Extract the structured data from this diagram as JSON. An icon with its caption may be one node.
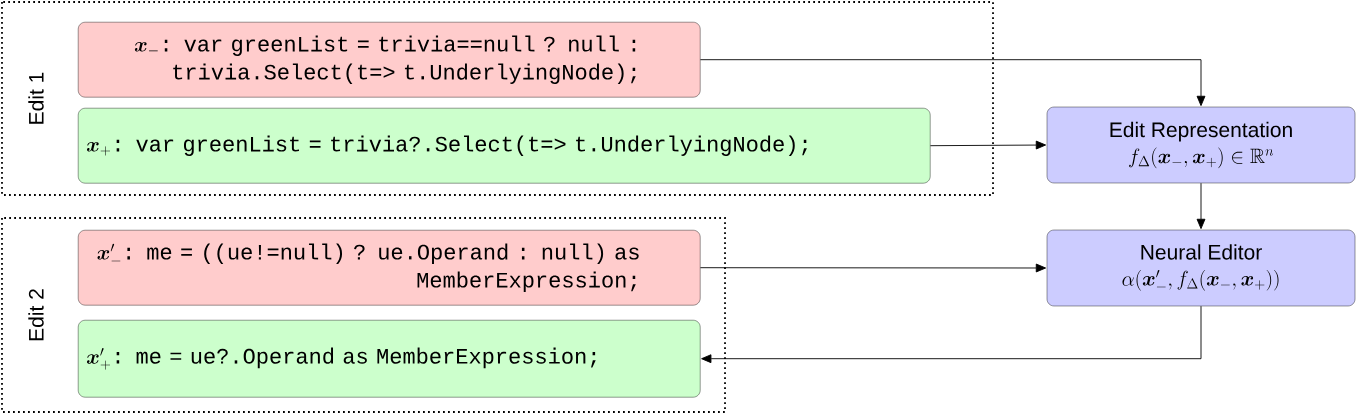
{
  "diagram": {
    "nodes": [
      {
        "text": [
          "Edit 1"
        ]
      },
      {
        "text": [
          "\\boldsymbol{x}_{-}",
          ": var greenList = trivia==null ? null : trivia.Select(t=> t.UnderlyingNode);"
        ],
        "in": 0
      },
      {
        "text": [
          "\\boldsymbol{x}_{+}",
          ": var greenList = trivia?.Select(t=> t.UnderlyingNode);"
        ],
        "in": 0
      },
      {
        "text": [
          "Edit Representation",
          "f_{\\Delta}(\\boldsymbol{x}_{-}, \\boldsymbol{x}_{+}) \\in \\mathbb{R}^{n}"
        ]
      },
      {
        "text": [
          "Edit 2"
        ]
      },
      {
        "text": [
          "\\boldsymbol{x}'_{-}",
          ": me = ((ue!=null) ? ue.Operand : null) as MemberExpression;"
        ],
        "in": 4
      },
      {
        "text": [
          "\\boldsymbol{x}'_{+}",
          ": me = ue?.Operand as MemberExpression;"
        ],
        "in": 4
      },
      {
        "text": [
          "Neural Editor",
          "\\alpha(\\boldsymbol{x}'_{-}, f_{\\Delta}(\\boldsymbol{x}_{-}, \\boldsymbol{x}_{+}))"
        ]
      }
    ],
    "edges": [
      {
        "from": 1,
        "to": 3,
        "arrow": "to"
      },
      {
        "from": 2,
        "to": 3,
        "arrow": "to"
      },
      {
        "from": 3,
        "to": 7,
        "arrow": "to"
      },
      {
        "from": 5,
        "to": 7,
        "arrow": "to"
      },
      {
        "from": 7,
        "to": 6,
        "arrow": "to"
      }
    ]
  }
}
